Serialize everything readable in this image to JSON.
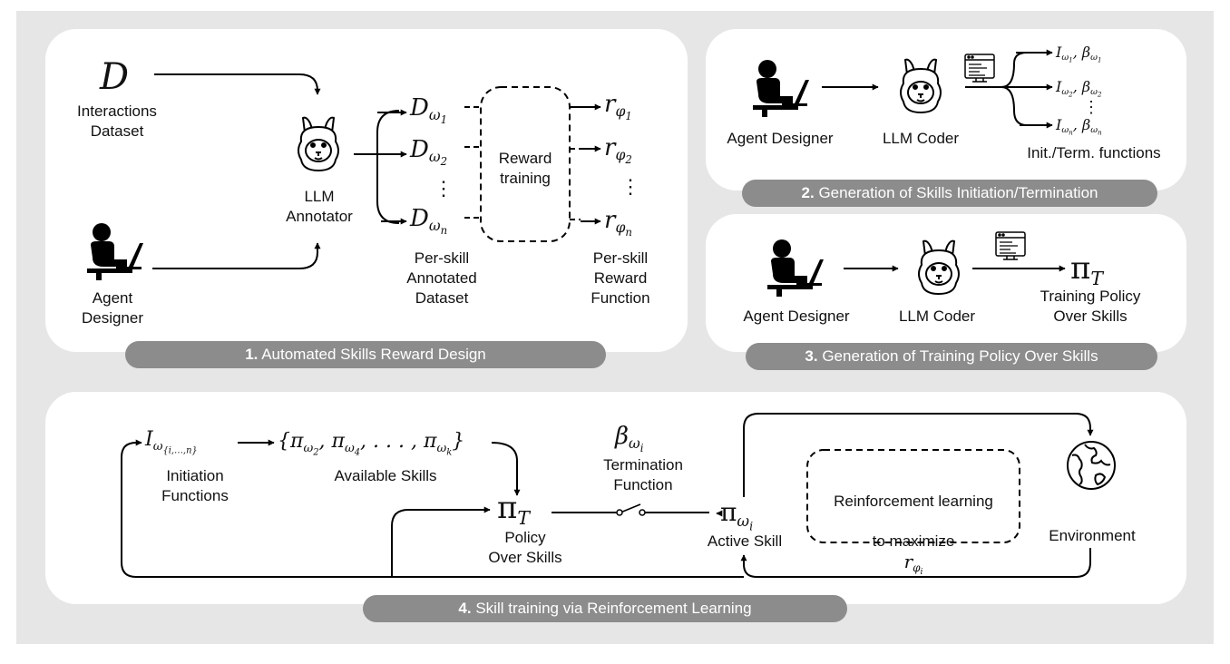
{
  "panel1": {
    "banner_num": "1.",
    "banner_text": "Automated Skills Reward Design",
    "dataset_symbol": "D",
    "dataset_label": "Interactions\nDataset",
    "designer_label": "Agent\nDesigner",
    "annotator_label": "LLM\nAnnotator",
    "reward_training_label": "Reward\ntraining",
    "annotated_label": "Per-skill\nAnnotated\nDataset",
    "reward_fn_label": "Per-skill\nReward\nFunction",
    "vdots": "⋮"
  },
  "panel2": {
    "banner_num": "2.",
    "banner_text": "Generation of Skills Initiation/Termination",
    "designer_label": "Agent Designer",
    "coder_label": "LLM Coder",
    "functions_label": "Init./Term. functions",
    "vdots": "⋮"
  },
  "panel3": {
    "banner_num": "3.",
    "banner_text": "Generation of Training Policy Over Skills",
    "designer_label": "Agent Designer",
    "coder_label": "LLM Coder",
    "policy_label": "Training Policy\nOver Skills"
  },
  "panel4": {
    "banner_num": "4.",
    "banner_text": "Skill training via Reinforcement Learning",
    "initiation_label": "Initiation\nFunctions",
    "available_label": "Available Skills",
    "termination_label": "Termination\nFunction",
    "policy_label": "Policy\nOver Skills",
    "active_label": "Active Skill",
    "rl_label_line1": "Reinforcement learning",
    "rl_label_line2": "to maximize",
    "environment_label": "Environment"
  },
  "icons": [
    "person-at-laptop-icon",
    "llama-icon",
    "code-window-icon",
    "globe-icon",
    "switch-icon"
  ]
}
